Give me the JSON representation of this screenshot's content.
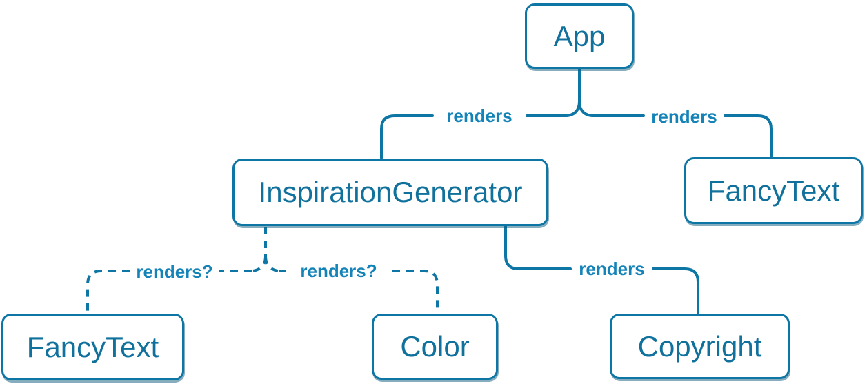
{
  "theme": {
    "background": "#ffffff",
    "line_color": "#0e76a4",
    "node_text_color": "#10719c",
    "edge_label_color": "#1483b8",
    "shadow_color": "rgba(11,92,124,0.5)"
  },
  "diagram": {
    "type": "component-tree",
    "nodes": [
      {
        "id": "app",
        "label": "App"
      },
      {
        "id": "inspiration-generator",
        "label": "InspirationGenerator"
      },
      {
        "id": "fancy-text-top",
        "label": "FancyText"
      },
      {
        "id": "fancy-text-bottom",
        "label": "FancyText"
      },
      {
        "id": "color",
        "label": "Color"
      },
      {
        "id": "copyright",
        "label": "Copyright"
      }
    ],
    "edges": [
      {
        "from": "App",
        "to": "InspirationGenerator",
        "label": "renders",
        "style": "solid"
      },
      {
        "from": "App",
        "to": "FancyText",
        "label": "renders",
        "style": "solid"
      },
      {
        "from": "InspirationGenerator",
        "to": "FancyText",
        "label": "renders?",
        "style": "dashed"
      },
      {
        "from": "InspirationGenerator",
        "to": "Color",
        "label": "renders?",
        "style": "dashed"
      },
      {
        "from": "InspirationGenerator",
        "to": "Copyright",
        "label": "renders",
        "style": "solid"
      }
    ]
  }
}
